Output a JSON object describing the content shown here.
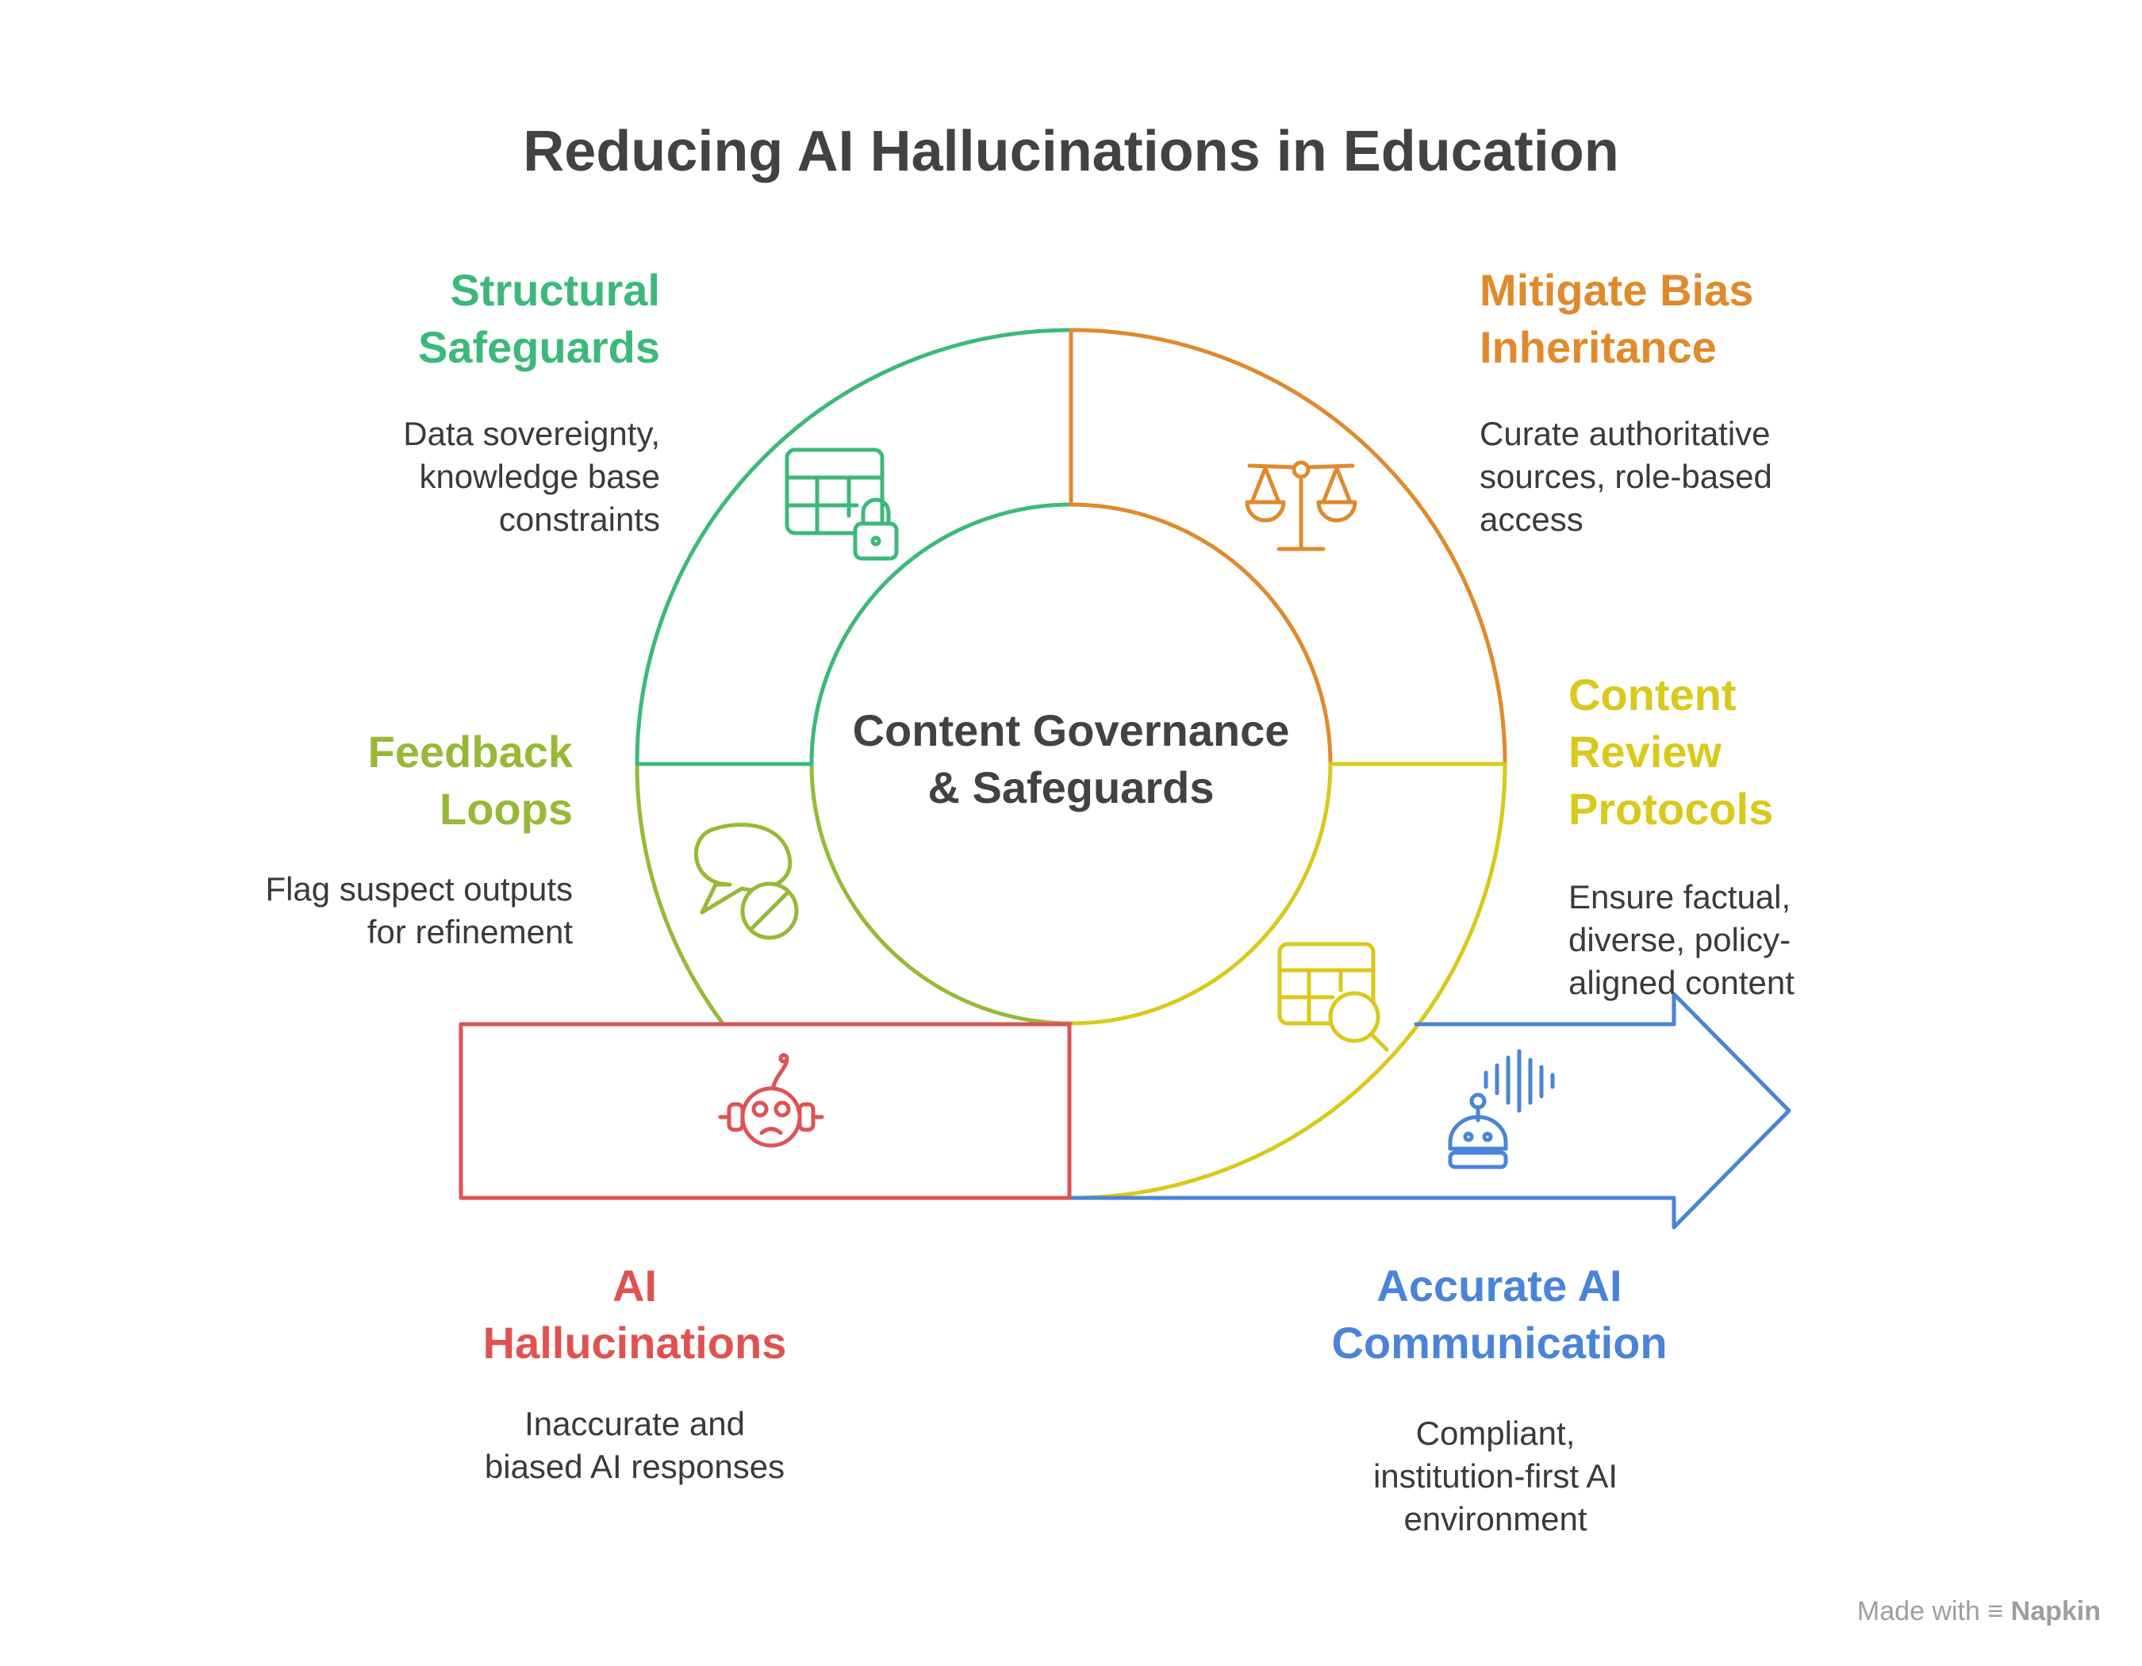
{
  "title": "Reducing AI Hallucinations in Education",
  "center": {
    "label": "Content Governance\n& Safeguards"
  },
  "segments": [
    {
      "id": "structural",
      "heading": "Structural\nSafeguards",
      "description": "Data sovereignty,\nknowledge base\nconstraints",
      "color": "#3cb97a",
      "icon": "table-lock-icon"
    },
    {
      "id": "bias",
      "heading": "Mitigate Bias\nInheritance",
      "description": "Curate authoritative\nsources, role-based\naccess",
      "color": "#e08a2c",
      "icon": "scales-icon"
    },
    {
      "id": "review",
      "heading": "Content\nReview\nProtocols",
      "description": "Ensure factual,\ndiverse, policy-\naligned content",
      "color": "#d9c91a",
      "icon": "table-search-icon"
    },
    {
      "id": "feedback",
      "heading": "Feedback\nLoops",
      "description": "Flag suspect outputs\nfor refinement",
      "color": "#97b936",
      "icon": "chat-block-icon"
    }
  ],
  "start": {
    "heading": "AI\nHallucinations",
    "description": "Inaccurate and\nbiased AI responses",
    "color": "#e05252",
    "icon": "sad-robot-icon"
  },
  "end": {
    "heading": "Accurate AI\nCommunication",
    "description": "Compliant,\ninstitution-first AI\nenvironment",
    "color": "#4a84d8",
    "icon": "speaking-robot-icon"
  },
  "footer": {
    "prefix": "Made with",
    "brand": "Napkin"
  }
}
